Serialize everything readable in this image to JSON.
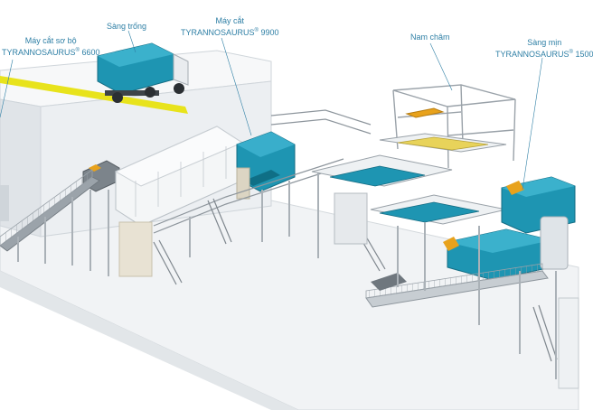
{
  "labels": {
    "primary_shredder": {
      "name": "Máy cắt sơ bộ",
      "model": "TYRANNOSAURUS",
      "mark": "®",
      "number": "6600"
    },
    "drum_screen": {
      "name": "Sàng trống"
    },
    "shredder_9900": {
      "name": "Máy cắt",
      "model": "TYRANNOSAURUS",
      "mark": "®",
      "number": "9900"
    },
    "magnet": {
      "name": "Nam châm"
    },
    "fine_screen": {
      "name": "Sàng mịn",
      "model": "TYRANNOSAURUS",
      "mark": "®",
      "number": "1500"
    }
  },
  "colors": {
    "callout_text": "#2e7fa5",
    "machine_teal": "#1e95b2",
    "highlight_yellow": "#e8e31c",
    "structure_gray": "#e6e9ec",
    "steel": "#8d959c"
  }
}
